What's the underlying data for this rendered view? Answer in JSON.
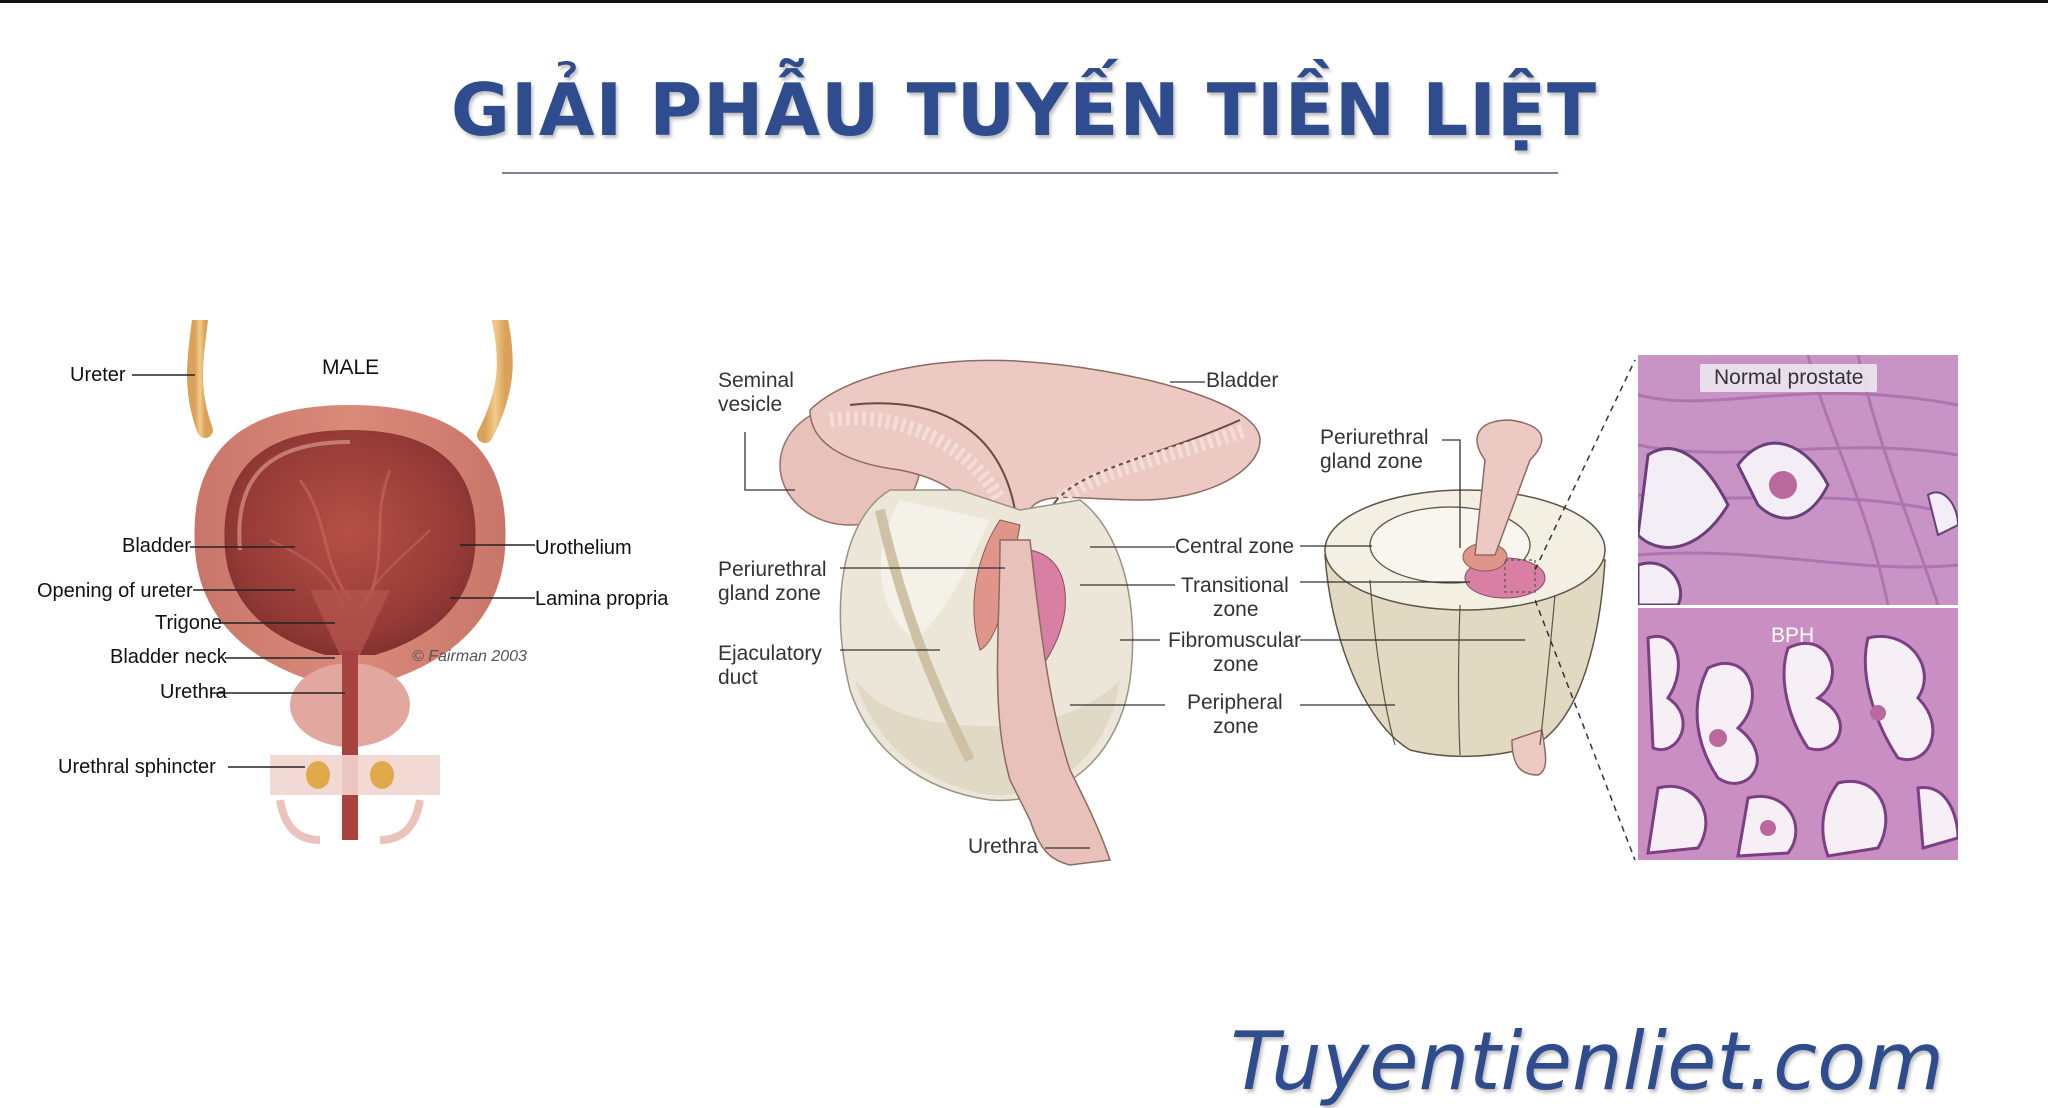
{
  "title": "GIẢI PHẪU TUYẾN TIỀN LIỆT",
  "footer": "Tuyentienliet.com",
  "left_panel": {
    "heading": "MALE",
    "signature": "© Fairman 2003",
    "labels": {
      "ureter": "Ureter",
      "bladder": "Bladder",
      "opening_of_ureter": "Opening of ureter",
      "trigone": "Trigone",
      "bladder_neck": "Bladder neck",
      "urethra": "Urethra",
      "urethral_sphincter": "Urethral sphincter",
      "urothelium": "Urothelium",
      "lamina_propria": "Lamina propria"
    }
  },
  "middle_panel": {
    "labels": {
      "seminal_vesicle_1": "Seminal",
      "seminal_vesicle_2": "vesicle",
      "bladder": "Bladder",
      "periurethral_1": "Periurethral",
      "periurethral_2": "gland zone",
      "ejaculatory_1": "Ejaculatory",
      "ejaculatory_2": "duct",
      "urethra": "Urethra",
      "central_zone": "Central zone",
      "transitional_1": "Transitional",
      "transitional_2": "zone",
      "fibromuscular_1": "Fibromuscular",
      "fibromuscular_2": "zone",
      "peripheral_1": "Peripheral",
      "peripheral_2": "zone"
    }
  },
  "right_panel": {
    "labels": {
      "periurethral_1": "Periurethral",
      "periurethral_2": "gland zone"
    },
    "histology": {
      "top": "Normal prostate",
      "bottom": "BPH"
    }
  },
  "colors": {
    "title": "#2f4c8f",
    "bladder_wall": "#b65a4a",
    "bladder_inner": "#9c3d38",
    "prostate_beige": "#e8e2cf",
    "bladder_pink": "#e9c3bd",
    "transitional_pink": "#d97fa3",
    "histology_purple": "#b77ab8"
  }
}
